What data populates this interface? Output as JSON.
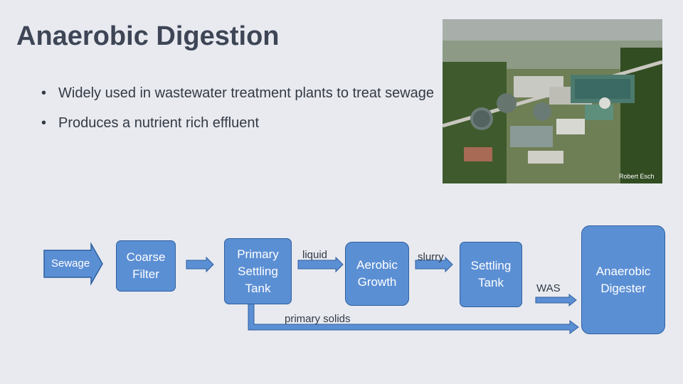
{
  "slide": {
    "title": "Anaerobic Digestion",
    "bullets": [
      "Widely used in wastewater treatment plants to treat sewage",
      "Produces a nutrient rich effluent"
    ],
    "photo_credit": "Robert Esch"
  },
  "diagram": {
    "nodes": {
      "sewage": "Sewage",
      "coarse_filter": "Coarse\nFilter",
      "primary_settling": "Primary\nSettling\nTank",
      "aerobic_growth": "Aerobic\nGrowth",
      "settling_tank": "Settling\nTank",
      "anaerobic_digester": "Anaerobic\nDigester"
    },
    "edge_labels": {
      "liquid": "liquid",
      "slurry": "slurry",
      "was": "WAS",
      "primary_solids": "primary solids"
    }
  },
  "colors": {
    "box_fill": "#5b8fd4",
    "box_border": "#2f5f9e",
    "arrow_fill": "#5b8fd4"
  }
}
